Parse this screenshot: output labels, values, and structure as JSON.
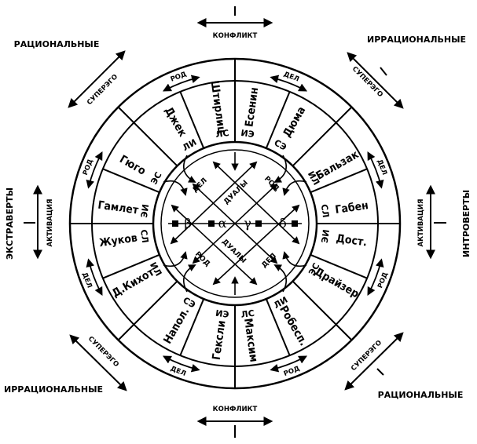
{
  "corners": {
    "top_left": "РАЦИОНАЛЬНЫЕ",
    "top_right": "ИРРАЦИОНАЛЬНЫЕ",
    "bottom_left": "ИРРАЦИОНАЛЬНЫЕ",
    "bottom_right": "РАЦИОНАЛЬНЫЕ"
  },
  "sides": {
    "left": "ЭКСТРАВЕРТЫ",
    "right": "ИНТРОВЕРТЫ"
  },
  "axis_labels": {
    "top": "КОНФЛИКТ",
    "bottom": "КОНФЛИКТ",
    "left": "АКТИВАЦИЯ",
    "right": "АКТИВАЦИЯ",
    "diag_tl": "СУПЕРЭГО",
    "diag_tr": "СУПЕРЭГО",
    "diag_bl": "СУПЕРЭГО",
    "diag_br": "СУПЕРЭГО"
  },
  "ring_relations": [
    {
      "id": "rod-top",
      "label": "РОД",
      "angle": -111
    },
    {
      "id": "del-top",
      "label": "ДЕЛ",
      "angle": -69
    },
    {
      "id": "del-right",
      "label": "ДЕЛ",
      "angle": -21
    },
    {
      "id": "rod-right",
      "label": "РОД",
      "angle": 21
    },
    {
      "id": "rod-bottom",
      "label": "РОД",
      "angle": 69
    },
    {
      "id": "del-bottom",
      "label": "ДЕЛ",
      "angle": 111
    },
    {
      "id": "del-left",
      "label": "ДЕЛ",
      "angle": 159
    },
    {
      "id": "rod-left",
      "label": "РОД",
      "angle": -159
    }
  ],
  "types": [
    {
      "name": "Джек",
      "code": "ЛИ",
      "angle": -120
    },
    {
      "name": "Штирлиц",
      "code": "ЛС",
      "angle": -98
    },
    {
      "name": "Есенин",
      "code": "ИЭ",
      "angle": -82
    },
    {
      "name": "Дюма",
      "code": "СЭ",
      "angle": -60
    },
    {
      "name": "Бальзак",
      "code": "ИЛ",
      "angle": -30
    },
    {
      "name": "Габен",
      "code": "СЛ",
      "angle": -8
    },
    {
      "name": "Дост.",
      "code": "ЭИ",
      "angle": 8
    },
    {
      "name": "Драйзер",
      "code": "ЭС",
      "angle": 30
    },
    {
      "name": "Робесп.",
      "code": "ЛИ",
      "angle": 60
    },
    {
      "name": "Максим",
      "code": "ЛС",
      "angle": 82
    },
    {
      "name": "Гексли",
      "code": "ИЭ",
      "angle": 98
    },
    {
      "name": "Напол.",
      "code": "СЭ",
      "angle": 120
    },
    {
      "name": "Д.Кихот",
      "code": "ИЛ",
      "angle": 150
    },
    {
      "name": "Жуков",
      "code": "СЛ",
      "angle": 172
    },
    {
      "name": "Гамлет",
      "code": "ЭИ",
      "angle": -172
    },
    {
      "name": "Гюго",
      "code": "ЭС",
      "angle": -150
    }
  ],
  "inner": {
    "quadra_labels": [
      "α",
      "β",
      "γ",
      "δ"
    ],
    "duals": [
      "ДУАЛЫ",
      "ДУАЛЫ"
    ],
    "small": [
      "ДЕЛ",
      "РОД",
      "РОД",
      "ДЕЛ"
    ]
  }
}
